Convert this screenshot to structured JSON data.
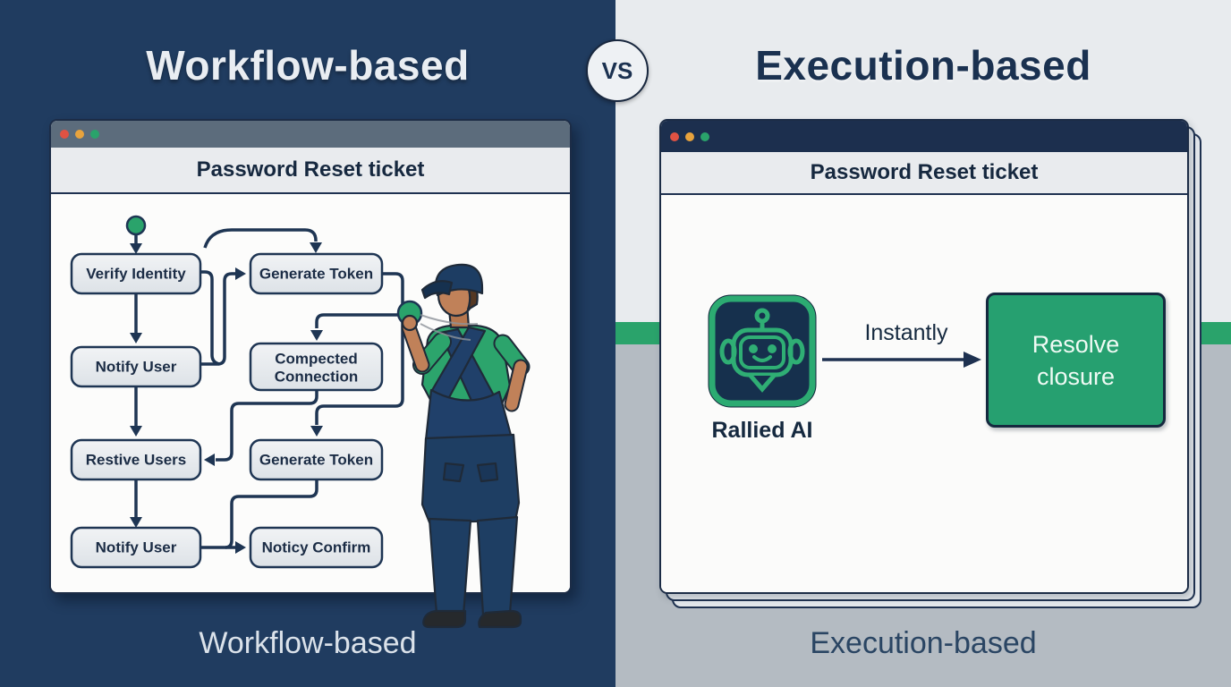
{
  "left": {
    "title": "Workflow-based",
    "caption": "Workflow-based",
    "window_title": "Password Reset ticket",
    "nodes": {
      "verify": "Verify Identity",
      "gen1": "Generate Token",
      "notify1": "Notify User",
      "comp_line1": "Compected",
      "comp_line2": "Connection",
      "restive": "Restive Users",
      "gen2": "Generate Token",
      "notify2": "Notify User",
      "noticy": "Noticy Confirm"
    }
  },
  "vs": "VS",
  "right": {
    "title": "Execution-based",
    "caption": "Execution-based",
    "window_title": "Password Reset ticket",
    "agent_label": "Rallied AI",
    "arrow_label": "Instantly",
    "result_line1": "Resolve",
    "result_line2": "closure"
  },
  "icons": {
    "traffic_lights": [
      "close-red",
      "minimize-yellow",
      "zoom-green"
    ],
    "robot": "robot-chatbot-icon",
    "start_node": "green-start-dot",
    "held_node": "green-node-in-hand"
  },
  "colors": {
    "left_bg_navy": "#203c60",
    "right_bg_light": "#e8ebee",
    "right_bg_gray": "#b4bbc2",
    "accent_green": "#2aa36b",
    "dark_navy": "#1c2f4e",
    "titlebar_slate": "#5c6c7c",
    "flow_box_fill": "#e9edf1",
    "flow_stroke": "#1e3553",
    "result_green": "#26a070",
    "robot_green": "#2cab72",
    "robot_bg": "#16304d",
    "light_red": "#e05243",
    "light_yellow": "#e8a33d"
  }
}
